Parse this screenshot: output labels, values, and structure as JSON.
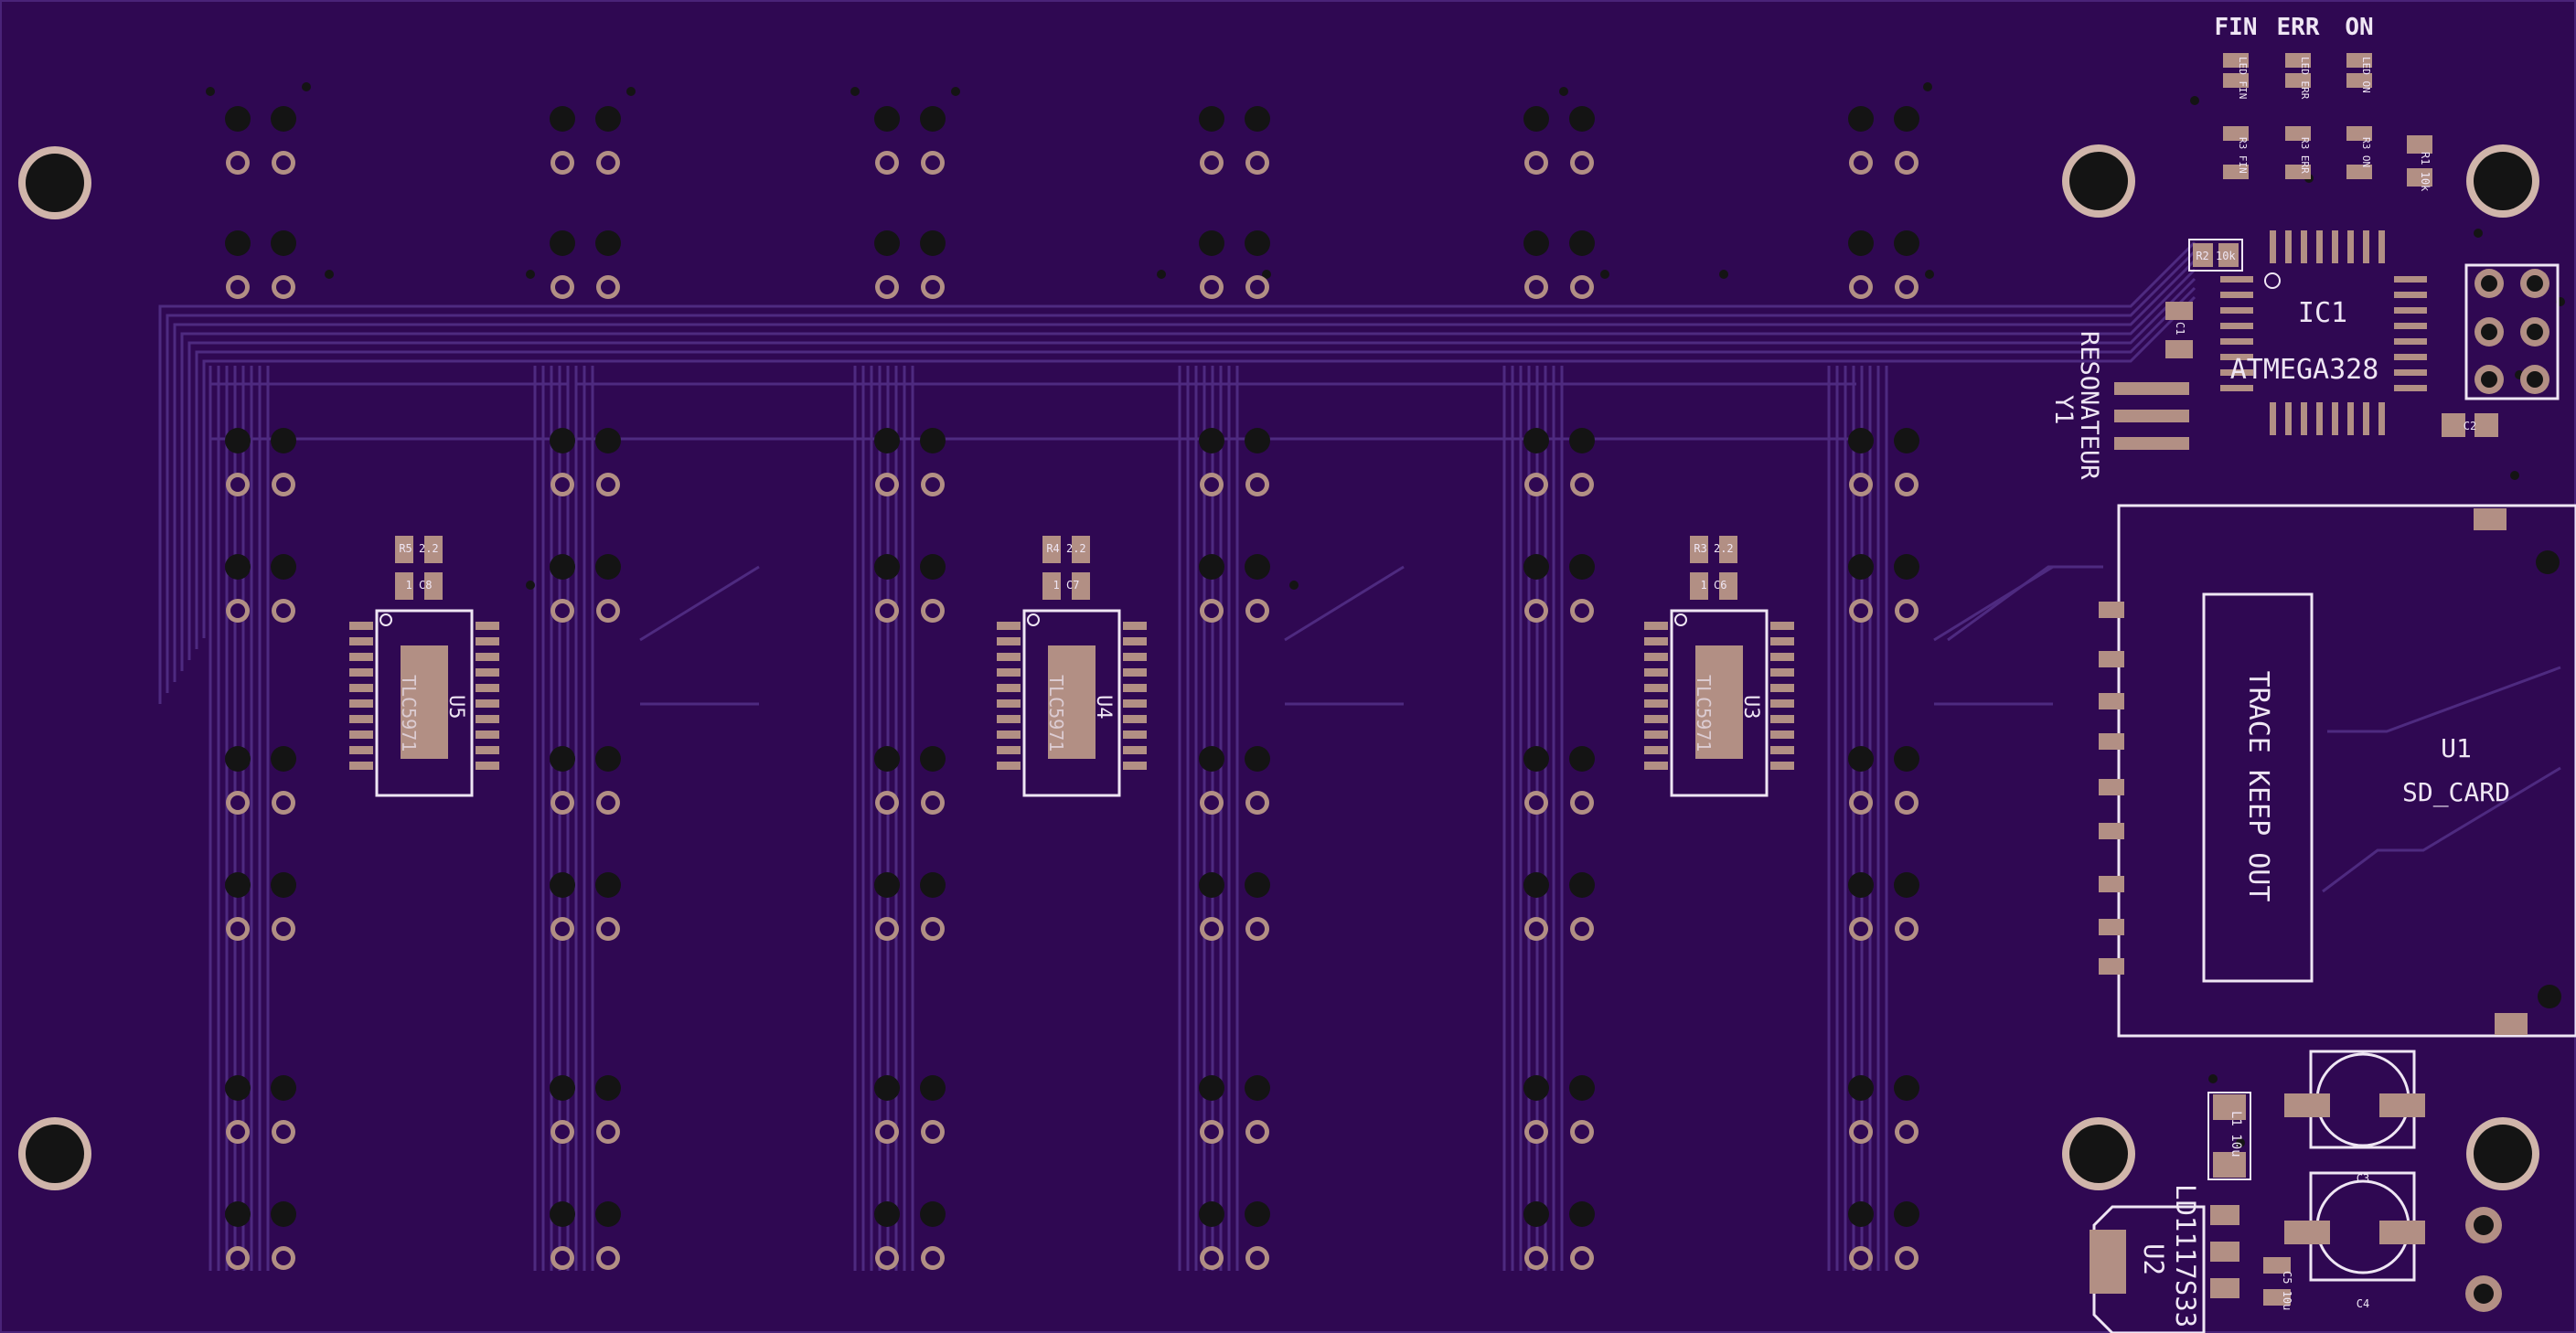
{
  "colors": {
    "board": "#2f0852",
    "trace": "#4e2a80",
    "copper_pad": "#b28f84",
    "silkscreen": "#efe6f4",
    "drill": "#141414"
  },
  "status_leds": {
    "labels": [
      "FIN",
      "ERR",
      "ON"
    ],
    "led_refs": [
      "LED\nFIN",
      "LED\nERR",
      "LED\nON"
    ],
    "resistor_refs": [
      "R3\nFIN",
      "R3\nERR",
      "R3\nON"
    ]
  },
  "mcu": {
    "designator": "IC1",
    "value": "ATMEGA328"
  },
  "resonator": {
    "designator": "Y1",
    "value": "RESONATEUR"
  },
  "sd_card": {
    "designator": "U1",
    "value": "SD_CARD",
    "keepout_label": "TRACE KEEP OUT"
  },
  "regulator": {
    "designator": "U2",
    "value": "LD1117S33"
  },
  "drivers": [
    {
      "designator": "U5",
      "value": "TLC5971",
      "resistor": "R5\n2.2",
      "cap": "1\nC8"
    },
    {
      "designator": "U4",
      "value": "TLC5971",
      "resistor": "R4\n2.2",
      "cap": "1\nC7"
    },
    {
      "designator": "U3",
      "value": "TLC5971",
      "resistor": "R3\n2.2",
      "cap": "1\nC6"
    }
  ],
  "passives": {
    "r1": "R1\n10k",
    "r2": "R2\n10k",
    "c1": "C1",
    "c2": "C2",
    "c3": "C3",
    "c4": "C4",
    "c5": "C5\n10u",
    "l1": "L1\n10u"
  }
}
